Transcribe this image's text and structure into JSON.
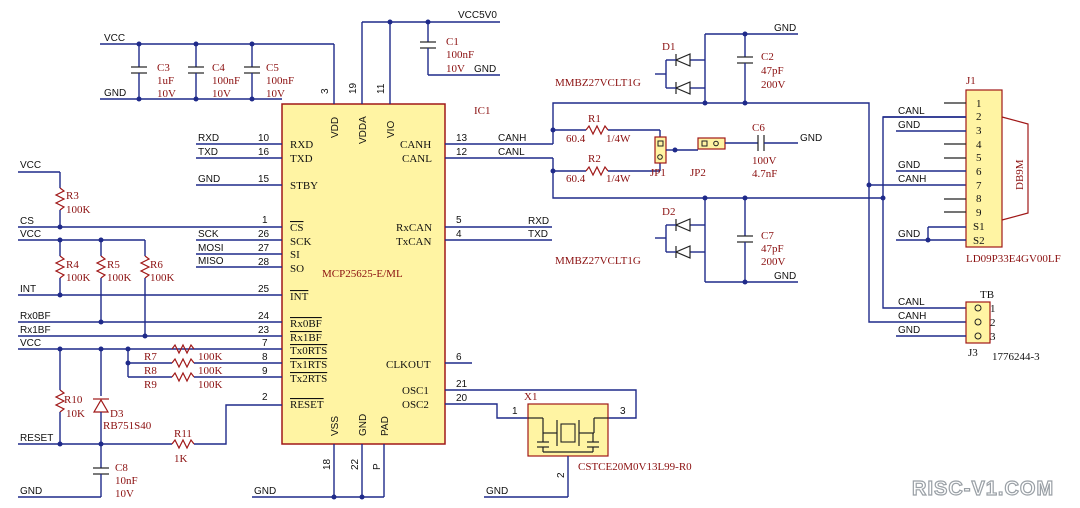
{
  "nets": {
    "vcc5v0": "VCC5V0",
    "vcc": "VCC",
    "gnd": "GND",
    "cs": "CS",
    "int": "INT",
    "rx0bf": "Rx0BF",
    "rx1bf": "Rx1BF",
    "reset": "RESET",
    "rxd": "RXD",
    "txd": "TXD",
    "sck": "SCK",
    "mosi": "MOSI",
    "miso": "MISO",
    "canh": "CANH",
    "canl": "CANL"
  },
  "ic1": {
    "ref": "IC1",
    "part": "MCP25625-E/ML",
    "left_pins": [
      {
        "num": "10",
        "name": "RXD"
      },
      {
        "num": "16",
        "name": "TXD"
      },
      {
        "num": "15",
        "name": "STBY"
      },
      {
        "num": "1",
        "name": "CS"
      },
      {
        "num": "26",
        "name": "SCK"
      },
      {
        "num": "27",
        "name": "SI"
      },
      {
        "num": "28",
        "name": "SO"
      },
      {
        "num": "25",
        "name": "INT"
      },
      {
        "num": "24",
        "name": "Rx0BF"
      },
      {
        "num": "23",
        "name": "Rx1BF"
      },
      {
        "num": "7",
        "name": "Tx0RTS"
      },
      {
        "num": "8",
        "name": "Tx1RTS"
      },
      {
        "num": "9",
        "name": "Tx2RTS"
      },
      {
        "num": "2",
        "name": "RESET"
      }
    ],
    "right_pins": [
      {
        "num": "13",
        "name": "CANH"
      },
      {
        "num": "12",
        "name": "CANL"
      },
      {
        "num": "5",
        "name": "RxCAN"
      },
      {
        "num": "4",
        "name": "TxCAN"
      },
      {
        "num": "6",
        "name": "CLKOUT"
      },
      {
        "num": "21",
        "name": "OSC1"
      },
      {
        "num": "20",
        "name": "OSC2"
      }
    ],
    "top_pins": [
      {
        "num": "3",
        "name": "VDD"
      },
      {
        "num": "19",
        "name": "VDDA"
      },
      {
        "num": "11",
        "name": "VIO"
      }
    ],
    "bottom_pins": [
      {
        "num": "18",
        "name": "VSS"
      },
      {
        "num": "22",
        "name": "GND"
      },
      {
        "num": "P",
        "name": "PAD"
      }
    ]
  },
  "components": {
    "c1": {
      "ref": "C1",
      "value": "100nF",
      "voltage": "10V"
    },
    "c2": {
      "ref": "C2",
      "value": "47pF",
      "voltage": "200V"
    },
    "c3": {
      "ref": "C3",
      "value": "1uF",
      "voltage": "10V"
    },
    "c4": {
      "ref": "C4",
      "value": "100nF",
      "voltage": "10V"
    },
    "c5": {
      "ref": "C5",
      "value": "100nF",
      "voltage": "10V"
    },
    "c6": {
      "ref": "C6",
      "value": "100V",
      "voltage": "4.7nF"
    },
    "c7": {
      "ref": "C7",
      "value": "47pF",
      "voltage": "200V"
    },
    "c8": {
      "ref": "C8",
      "value": "10nF",
      "voltage": "10V"
    },
    "r1": {
      "ref": "R1",
      "value": "60.4",
      "power": "1/4W"
    },
    "r2": {
      "ref": "R2",
      "value": "60.4",
      "power": "1/4W"
    },
    "r3": {
      "ref": "R3",
      "value": "100K"
    },
    "r4": {
      "ref": "R4",
      "value": "100K"
    },
    "r5": {
      "ref": "R5",
      "value": "100K"
    },
    "r6": {
      "ref": "R6",
      "value": "100K"
    },
    "r7": {
      "ref": "R7",
      "value": "100K"
    },
    "r8": {
      "ref": "R8",
      "value": "100K"
    },
    "r9": {
      "ref": "R9",
      "value": "100K"
    },
    "r10": {
      "ref": "R10",
      "value": "10K"
    },
    "r11": {
      "ref": "R11",
      "value": "1K"
    },
    "d1": {
      "ref": "D1",
      "part": "MMBZ27VCLT1G"
    },
    "d2": {
      "ref": "D2",
      "part": "MMBZ27VCLT1G"
    },
    "d3": {
      "ref": "D3",
      "part": "RB751S40"
    },
    "jp1": {
      "ref": "JP1"
    },
    "jp2": {
      "ref": "JP2"
    },
    "x1": {
      "ref": "X1",
      "part": "CSTCE20M0V13L99-R0",
      "pin1": "1",
      "pin2": "2",
      "pin3": "3"
    },
    "j1": {
      "ref": "J1",
      "part": "LD09P33E4GV00LF",
      "shell_label": "DB9M",
      "pins": [
        "1",
        "2",
        "3",
        "4",
        "5",
        "6",
        "7",
        "8",
        "9",
        "S1",
        "S2"
      ]
    },
    "j3": {
      "ref": "J3",
      "tag": "TB",
      "part": "1776244-3",
      "pins": [
        "1",
        "2",
        "3"
      ]
    }
  },
  "watermark": "RISC-V1.COM"
}
